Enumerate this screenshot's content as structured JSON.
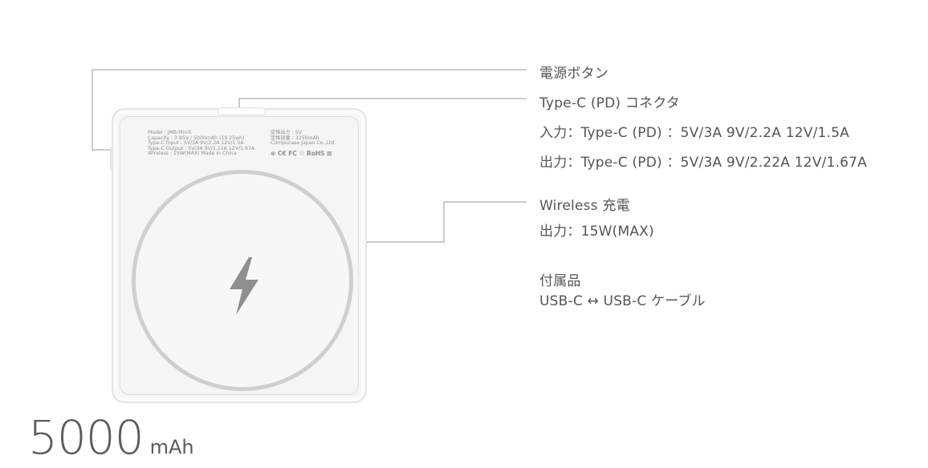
{
  "callouts": {
    "power_button": "電源ボタン",
    "typec_connector": "Type-C (PD) コネクタ",
    "input_spec": "入力：Type-C (PD) ：5V/3A 9V/2.2A 12V/1.5A",
    "output_spec": "出力：Type-C (PD) ：5V/3A 9V/2.22A 12V/1.67A",
    "wireless_title": "Wireless 充電",
    "wireless_output": "出力：15W(MAX)",
    "accessories_title": "付属品",
    "accessories_item": "USB-C ↔ USB-C ケーブル"
  },
  "device_label": {
    "left_lines": [
      "Model : JMB-Mini5",
      "Capacity : 3.85V / 5000mAh (19.25wh)",
      "Type-C Input : 5V/3A 9V/2.2A 12V/1.5A",
      "Type-C Output : 5V/3A 9V/2.22A 12V/1.67A",
      "Wireless : 15W(MAX)    Made in China"
    ],
    "right_lines": [
      "定格出力 : 5V",
      "定格容量 : 3250mAh",
      "Compucase Japan Co.,Ltd."
    ],
    "marks": "⊕ C€ FC ♲ RoHS ⊠"
  },
  "capacity": {
    "value": "5000",
    "unit": "mAh"
  }
}
